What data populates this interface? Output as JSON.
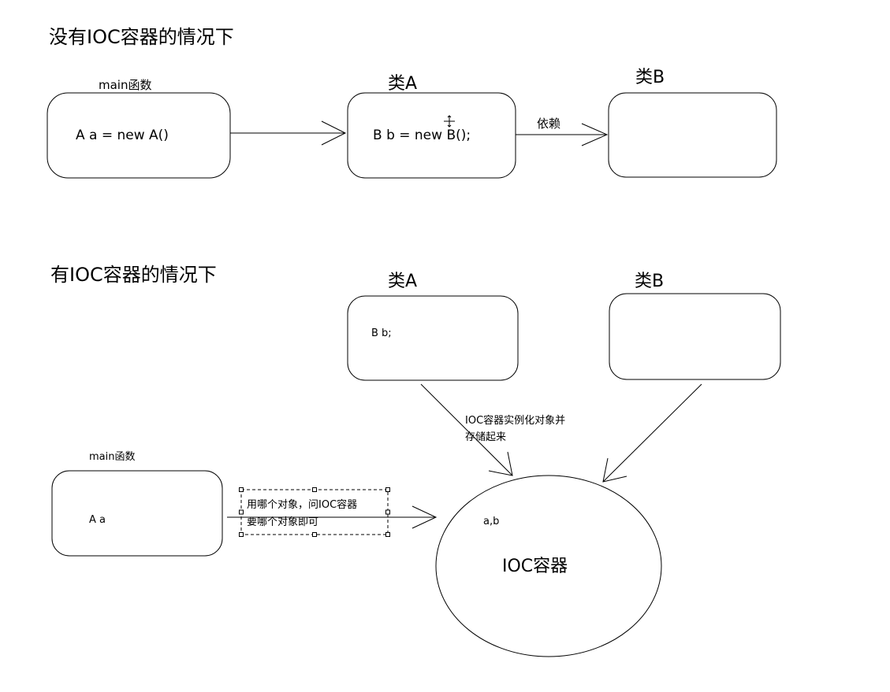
{
  "top": {
    "title": "没有IOC容器的情况下",
    "main_label": "main函数",
    "main_code": "A  a = new A()",
    "class_a_label": "类A",
    "class_a_code": "B b = new B();",
    "class_b_label": "类B",
    "dependency_label": "依赖"
  },
  "bottom": {
    "title": "有IOC容器的情况下",
    "class_a_label": "类A",
    "class_a_code": "B  b;",
    "class_b_label": "类B",
    "instantiate_line1": "IOC容器实例化对象并",
    "instantiate_line2": "存储起来",
    "main_label": "main函数",
    "main_code": "A a",
    "ask_line1": "用哪个对象，问IOC容器",
    "ask_line2": "要哪个对象即可",
    "container_objects": "a,b",
    "container_label": "IOC容器"
  }
}
